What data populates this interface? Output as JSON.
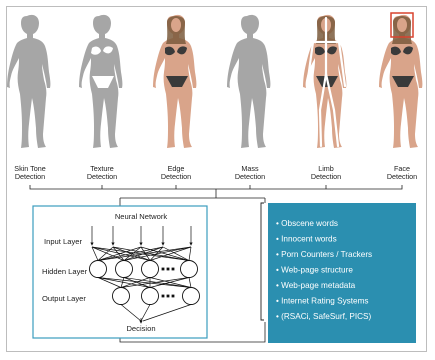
{
  "detections": [
    {
      "line1": "Skin Tone",
      "line2": "Detection",
      "style": "silhouette"
    },
    {
      "line1": "Texture",
      "line2": "Detection",
      "style": "texture"
    },
    {
      "line1": "Edge",
      "line2": "Detection",
      "style": "photo"
    },
    {
      "line1": "Mass",
      "line2": "Detection",
      "style": "silhouette"
    },
    {
      "line1": "Limb",
      "line2": "Detection",
      "style": "limb"
    },
    {
      "line1": "Face",
      "line2": "Detection",
      "style": "face"
    }
  ],
  "network": {
    "title": "Neural Network",
    "input_layer": "Input Layer",
    "hidden_layer": "Hidden Layer",
    "output_layer": "Output Layer",
    "decision": "Decision"
  },
  "features": [
    "• Obscene words",
    "• Innocent words",
    "• Porn Counters / Trackers",
    "• Web-page structure",
    "• Web-page metadata",
    "• Internet Rating Systems",
    "• (RSACi, SafeSurf, PICS)"
  ],
  "colors": {
    "silhouette": "#a6a6a6",
    "feature_box": "#2b8fb0",
    "network_border": "#3b9cbf",
    "face_box": "#d8432f",
    "skin": "#d9a48a"
  }
}
